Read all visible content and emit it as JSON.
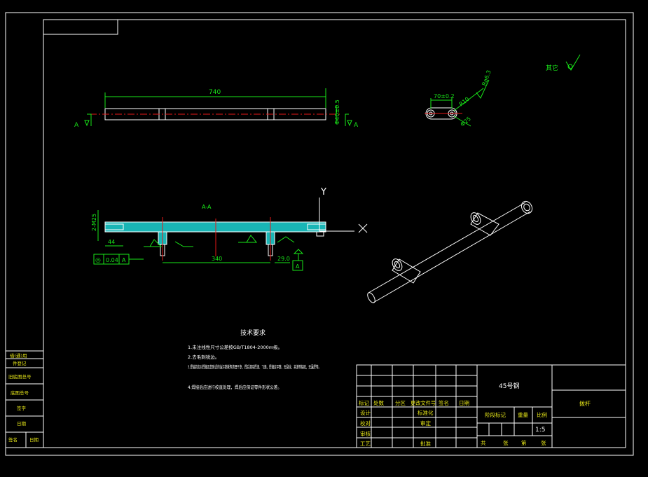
{
  "views": {
    "top": {
      "length_dim": "740",
      "dia_dim": "Φ40±0.5",
      "cut_mark": "A"
    },
    "section": {
      "label": "A-A",
      "left_dim": "2-M25",
      "end_dim": "44",
      "center_dim": "340",
      "right_dim": "29.0",
      "axis_y": "Y",
      "tolerance": {
        "symbol": "◎",
        "value": "0.04",
        "datum": "A"
      },
      "datum": "A"
    },
    "side": {
      "spacing_dim": "70±0.2",
      "radius_dim": "R10",
      "rough": "Ra6.3",
      "hole_dim": "Φ25"
    },
    "roughness_note": "其它"
  },
  "tech_requirements": {
    "title": "技术要求",
    "items": [
      "1.未注线性尺寸公差按GB/T1804-2000m级。",
      "2.去毛刺锐边。",
      "3.焊接前应对焊缝及其附近的油污铁锈等清理干净，焊后清除焊渣、飞溅，焊缝应平整、无裂纹、夹渣等缺陷，无漏焊等。",
      "4.焊接后应进行校直处理，焊后应保证零件形状公差。"
    ]
  },
  "left_strip": [
    "借(通)用",
    "件登记",
    "旧底图总号",
    "底图总号",
    "签字",
    "日期"
  ],
  "left_strip_bottom": [
    "签名",
    "日期"
  ],
  "title_block": {
    "material": "45号钢",
    "part_name": "拨杆",
    "headers": [
      "标记",
      "处数",
      "分区",
      "更改文件号",
      "签名",
      "日期"
    ],
    "roles": [
      "设计",
      "校对",
      "审核",
      "工艺"
    ],
    "roles_right": [
      "标准化",
      "审定",
      "批准"
    ],
    "stage_headers": [
      "阶段标记",
      "重量",
      "比例"
    ],
    "scale": "1:5",
    "sheet_labels": [
      "共",
      "张",
      "第",
      "张"
    ]
  }
}
